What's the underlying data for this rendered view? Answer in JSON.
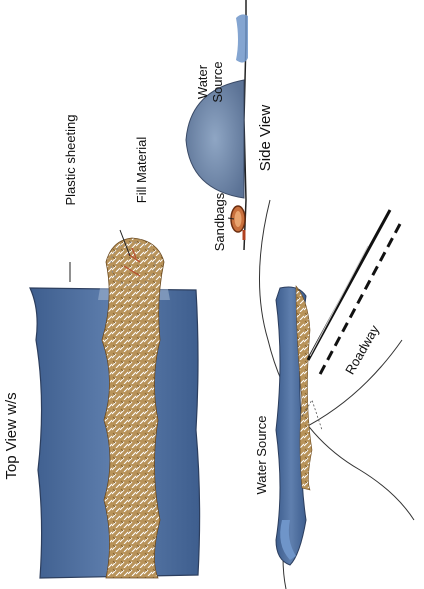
{
  "labels": {
    "water_source_top": "Water Source",
    "side_view": "Side View",
    "sandbags": "Sandbags",
    "plastic_sheeting": "Plastic sheeting",
    "fill_material": "Fill Material",
    "top_view": "Top View  w/s",
    "water_source_bottom": "Water Source",
    "roadway": "Roadway"
  },
  "colors": {
    "water": "#4f6f9c",
    "water_light": "#8fb0d6",
    "fill": "#b8935a",
    "sandbag": "#c9703d",
    "road": "#1a1a1a"
  }
}
